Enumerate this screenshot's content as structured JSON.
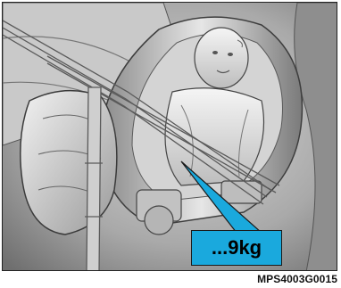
{
  "illustration": {
    "icon": "child-car-seat-belt-illustration",
    "callout_color": "#1aa9dd"
  },
  "callout": {
    "text": "...9kg"
  },
  "figure_code": "MPS4003G0015"
}
